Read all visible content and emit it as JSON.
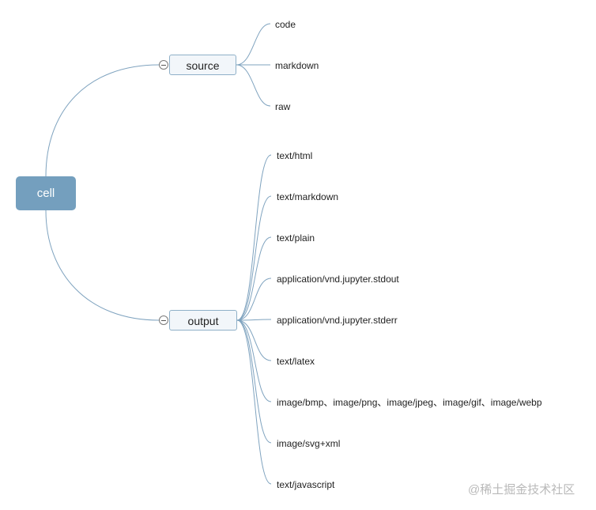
{
  "root": {
    "label": "cell"
  },
  "branches": [
    {
      "label": "source",
      "children": [
        "code",
        "markdown",
        "raw"
      ]
    },
    {
      "label": "output",
      "children": [
        "text/html",
        "text/markdown",
        "text/plain",
        "application/vnd.jupyter.stdout",
        "application/vnd.jupyter.stderr",
        "text/latex",
        "image/bmp、image/png、image/jpeg、image/gif、image/webp",
        "image/svg+xml",
        "text/javascript"
      ]
    }
  ],
  "watermark": "@稀土掘金技术社区",
  "colors": {
    "root_fill": "#749fbe",
    "connector": "#7fa3bf",
    "branch_fill": "#f2f6fa",
    "branch_border": "#8fb0c8"
  },
  "icons": {
    "collapse": "minus-circle-icon"
  }
}
